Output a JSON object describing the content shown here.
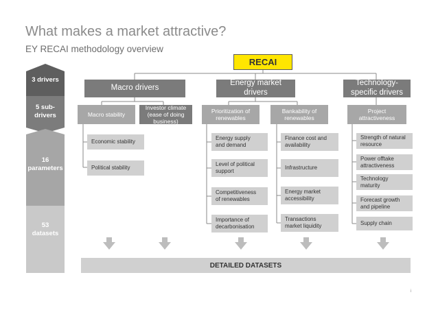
{
  "title": "What makes a market attractive?",
  "subtitle": "EY RECAI methodology overview",
  "root": "RECAI",
  "sidebar": [
    {
      "label": "3 drivers"
    },
    {
      "label": "5 sub-\ndrivers"
    },
    {
      "label": "16\nparameters"
    },
    {
      "label": "53\ndatasets"
    }
  ],
  "drivers": [
    {
      "label": "Macro drivers"
    },
    {
      "label": "Energy market\ndrivers"
    },
    {
      "label": "Technology-\nspecific drivers"
    }
  ],
  "subdrivers": [
    {
      "label": "Macro stability",
      "parameters": [
        "Economic stability",
        "Political stability"
      ]
    },
    {
      "label": "Investor climate\n(ease of doing\nbusiness)",
      "parameters": []
    },
    {
      "label": "Prioritization of\nrenewables",
      "parameters": [
        "Energy supply\nand demand",
        "Level of political\nsupport",
        "Competitiveness\nof renewables",
        "Importance of\ndecarbonisation"
      ]
    },
    {
      "label": "Bankability of\nrenewables",
      "parameters": [
        "Finance cost and\navailability",
        "Infrastructure",
        "Energy market\naccessibility",
        "Transactions\nmarket liquidity"
      ]
    },
    {
      "label": "Project\nattractiveness",
      "parameters": [
        "Strength of natural\nresource",
        "Power offtake\nattractiveness",
        "Technology\nmaturity",
        "Forecast growth\nand pipeline",
        "Supply chain"
      ]
    }
  ],
  "bottom_label": "DETAILED DATASETS",
  "page_number": "i"
}
